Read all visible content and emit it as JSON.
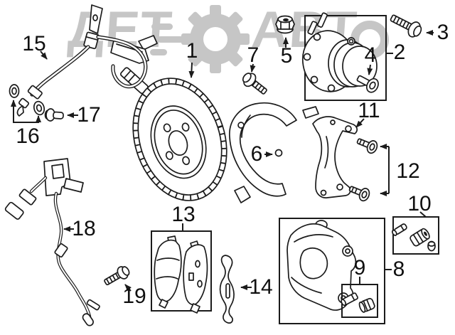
{
  "watermark": {
    "left_text": "ДЕТ",
    "right_text": "АВТ"
  },
  "colors": {
    "line": "#1b1b1b",
    "background": "#ffffff",
    "watermark": "#c6c6c6"
  },
  "callouts": [
    {
      "num": "1"
    },
    {
      "num": "2"
    },
    {
      "num": "3"
    },
    {
      "num": "4"
    },
    {
      "num": "5"
    },
    {
      "num": "6"
    },
    {
      "num": "7"
    },
    {
      "num": "8"
    },
    {
      "num": "9"
    },
    {
      "num": "10"
    },
    {
      "num": "11"
    },
    {
      "num": "12"
    },
    {
      "num": "13"
    },
    {
      "num": "14"
    },
    {
      "num": "15"
    },
    {
      "num": "16"
    },
    {
      "num": "17"
    },
    {
      "num": "18"
    },
    {
      "num": "19"
    }
  ]
}
